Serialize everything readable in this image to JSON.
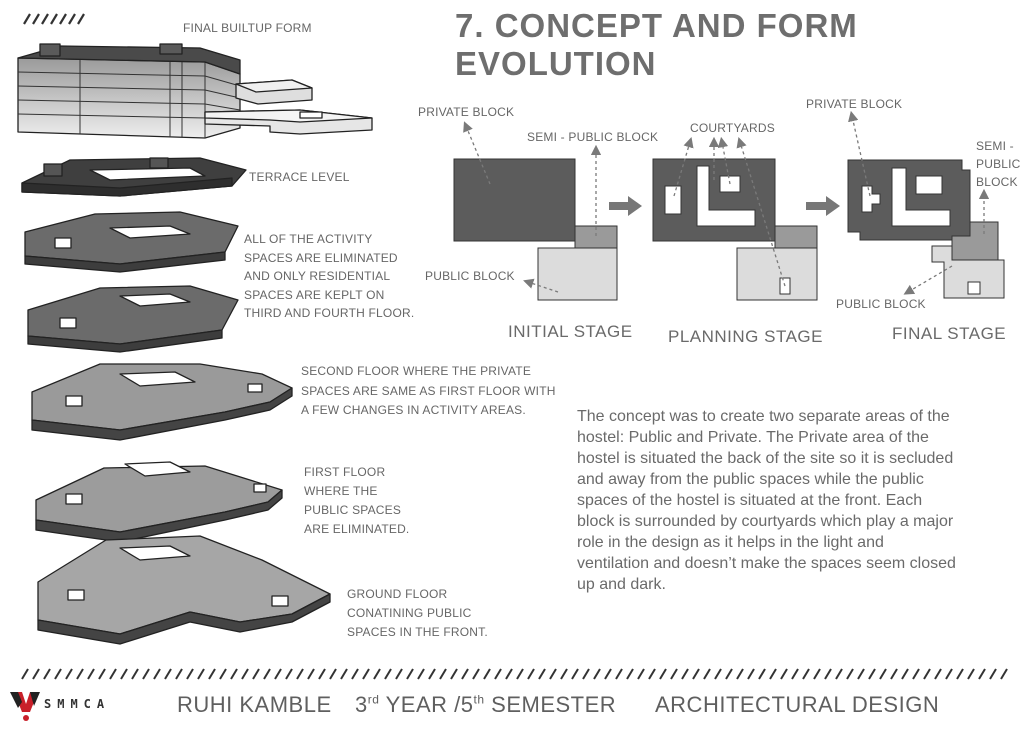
{
  "title": {
    "line1": "7. CONCEPT AND FORM",
    "line2": "EVOLUTION"
  },
  "left_labels": {
    "final_builtup": "FINAL BUILTUP FORM",
    "terrace": "TERRACE LEVEL",
    "third_fourth": [
      "ALL OF THE ACTIVITY",
      "SPACES ARE ELIMINATED",
      "AND ONLY RESIDENTIAL",
      "SPACES ARE KEPLT ON",
      "THIRD AND FOURTH FLOOR."
    ],
    "second": [
      "SECOND FLOOR WHERE THE PRIVATE",
      "SPACES ARE SAME AS FIRST FLOOR WITH",
      "A FEW CHANGES IN ACTIVITY AREAS."
    ],
    "first": [
      "FIRST FLOOR",
      "WHERE THE",
      "PUBLIC SPACES",
      "ARE ELIMINATED."
    ],
    "ground": [
      "GROUND FLOOR",
      "CONATINING PUBLIC",
      "SPACES IN THE FRONT."
    ]
  },
  "concept": {
    "private_block_1": "PRIVATE BLOCK",
    "semi_public_1": "SEMI - PUBLIC BLOCK",
    "public_block_1": "PUBLIC BLOCK",
    "courtyards": "COURTYARDS",
    "private_block_3": "PRIVATE BLOCK",
    "semi_public_3": [
      "SEMI -",
      "PUBLIC",
      "BLOCK"
    ],
    "public_block_3": "PUBLIC BLOCK",
    "stages": [
      "INITIAL STAGE",
      "PLANNING STAGE",
      "FINAL STAGE"
    ]
  },
  "paragraph": [
    "The concept was to create two separate areas of the",
    "hostel: Public and Private. The Private area of the",
    "hostel is situated the back of the site so it is secluded",
    "and away from the public spaces while the public",
    "spaces of the hostel is situated at the front. Each",
    "block is surrounded by courtyards which play a major",
    "role in the design as it helps in the light and",
    "ventilation and doesn’t make the spaces seem closed",
    "up and dark."
  ],
  "footer": {
    "logo_text": "SMMCA",
    "name": "RUHI KAMBLE",
    "year_num": "3",
    "year_sup": "rd",
    "year_rest": " YEAR /5",
    "sem_sup": "th",
    "sem_rest": " SEMESTER",
    "subject": "ARCHITECTURAL DESIGN"
  },
  "colors": {
    "dark_block": "#5c5c5c",
    "mid_block": "#9a9a9a",
    "light_block": "#dcdcdc",
    "text": "#6a6a6a",
    "logo_red": "#c8202a"
  }
}
